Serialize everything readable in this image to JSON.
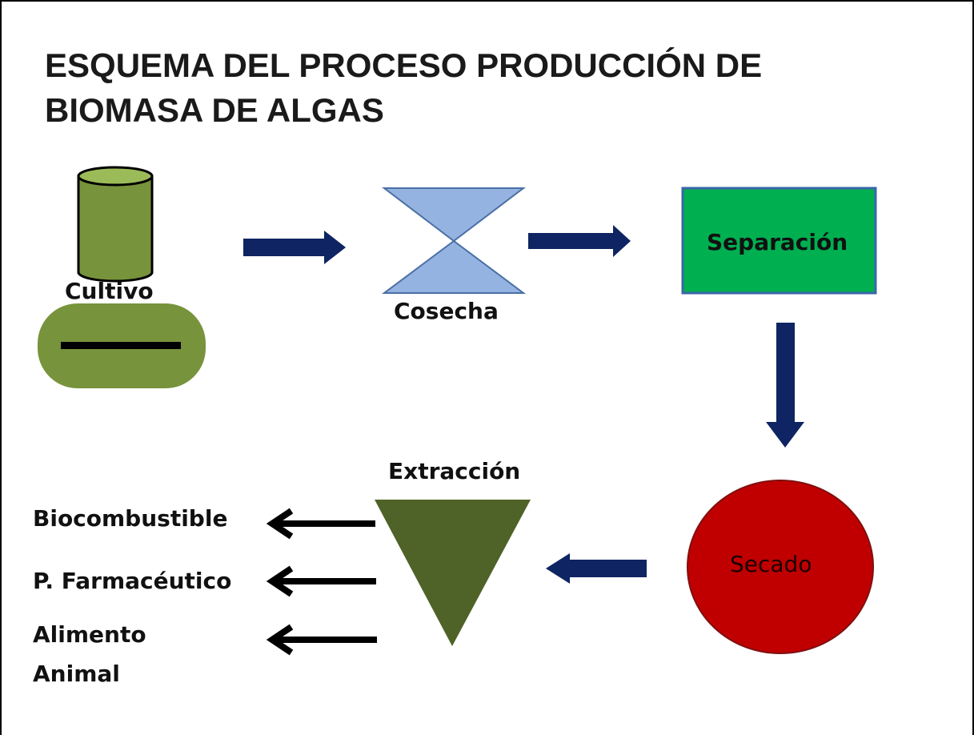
{
  "title": {
    "line1": "ESQUEMA DEL PROCESO PRODUCCIÓN DE",
    "line2": "BIOMASA DE ALGAS"
  },
  "nodes": {
    "cultivo": "Cultivo",
    "cosecha": "Cosecha",
    "separacion": "Separación",
    "secado": "Secado",
    "extraccion": "Extracción"
  },
  "products": [
    "Biocombustible",
    "P. Farmacéutico",
    "Alimento",
    "Animal"
  ],
  "colors": {
    "cultivo_fill": "#77933c",
    "cultivo_top": "#9bbb59",
    "cosecha_fill": "#95b3e1",
    "cosecha_stroke": "#4a6fa5",
    "separacion_fill": "#00b050",
    "separacion_stroke": "#3a66a8",
    "secado_fill": "#c00000",
    "secado_stroke": "#7f1010",
    "extraccion_fill": "#4f6228",
    "flow_arrow": "#0f2462",
    "product_arrow": "#000000"
  }
}
